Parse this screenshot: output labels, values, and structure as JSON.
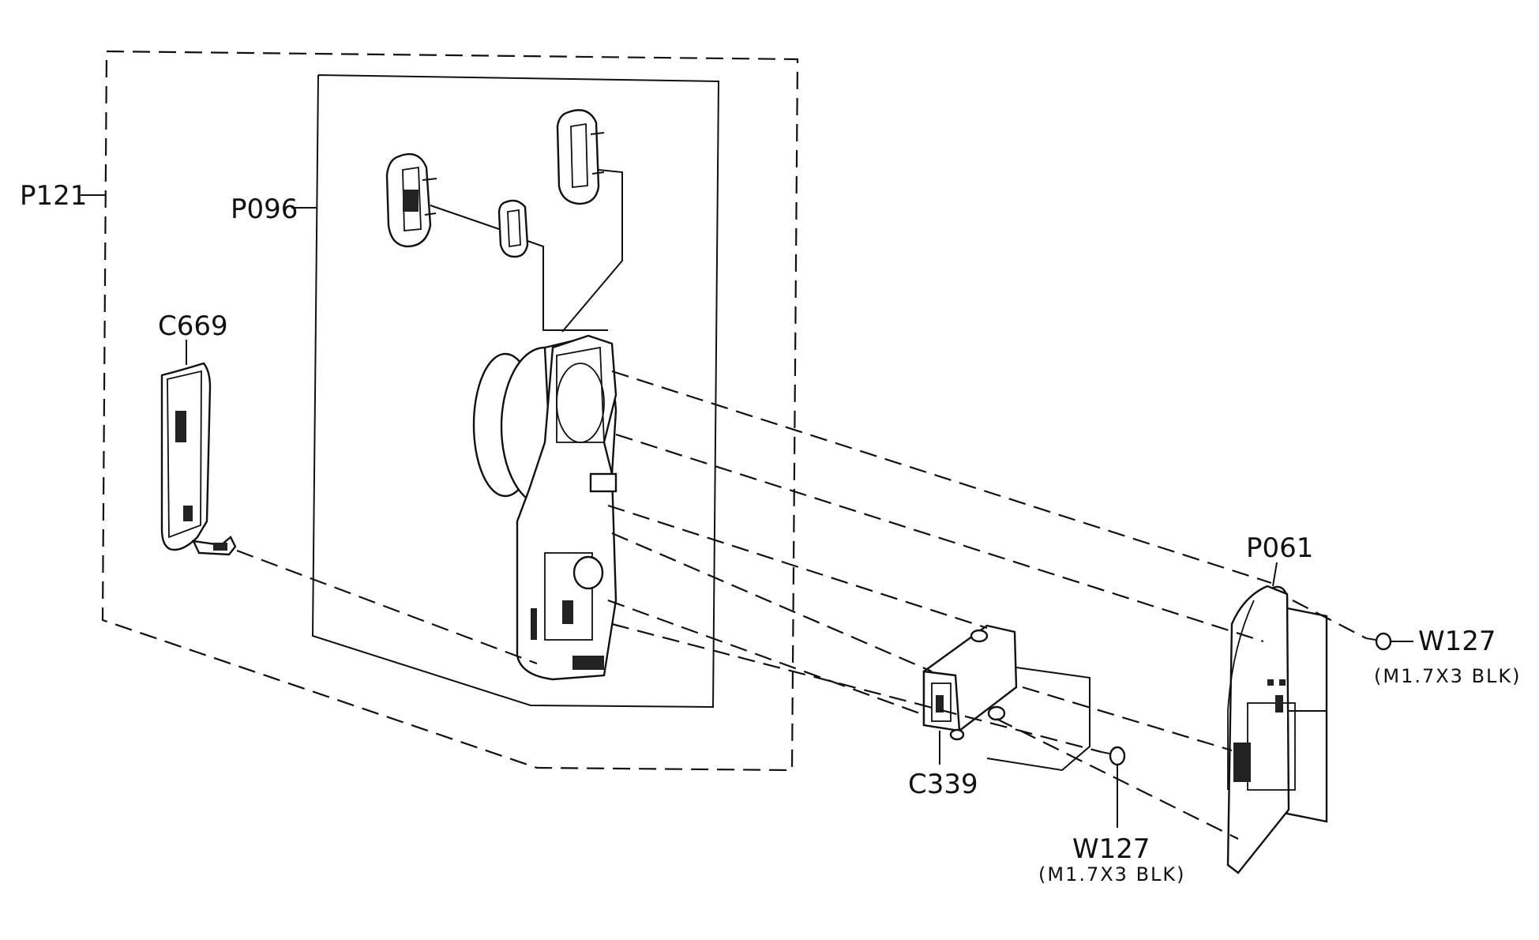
{
  "labels": {
    "p121": "P121",
    "p096": "P096",
    "c669": "C669",
    "p061": "P061",
    "c339": "C339",
    "w127_right": "W127",
    "w127_right_spec": "(M1.7X3 BLK)",
    "w127_bottom": "W127",
    "w127_bottom_spec": "(M1.7X3 BLK)"
  }
}
